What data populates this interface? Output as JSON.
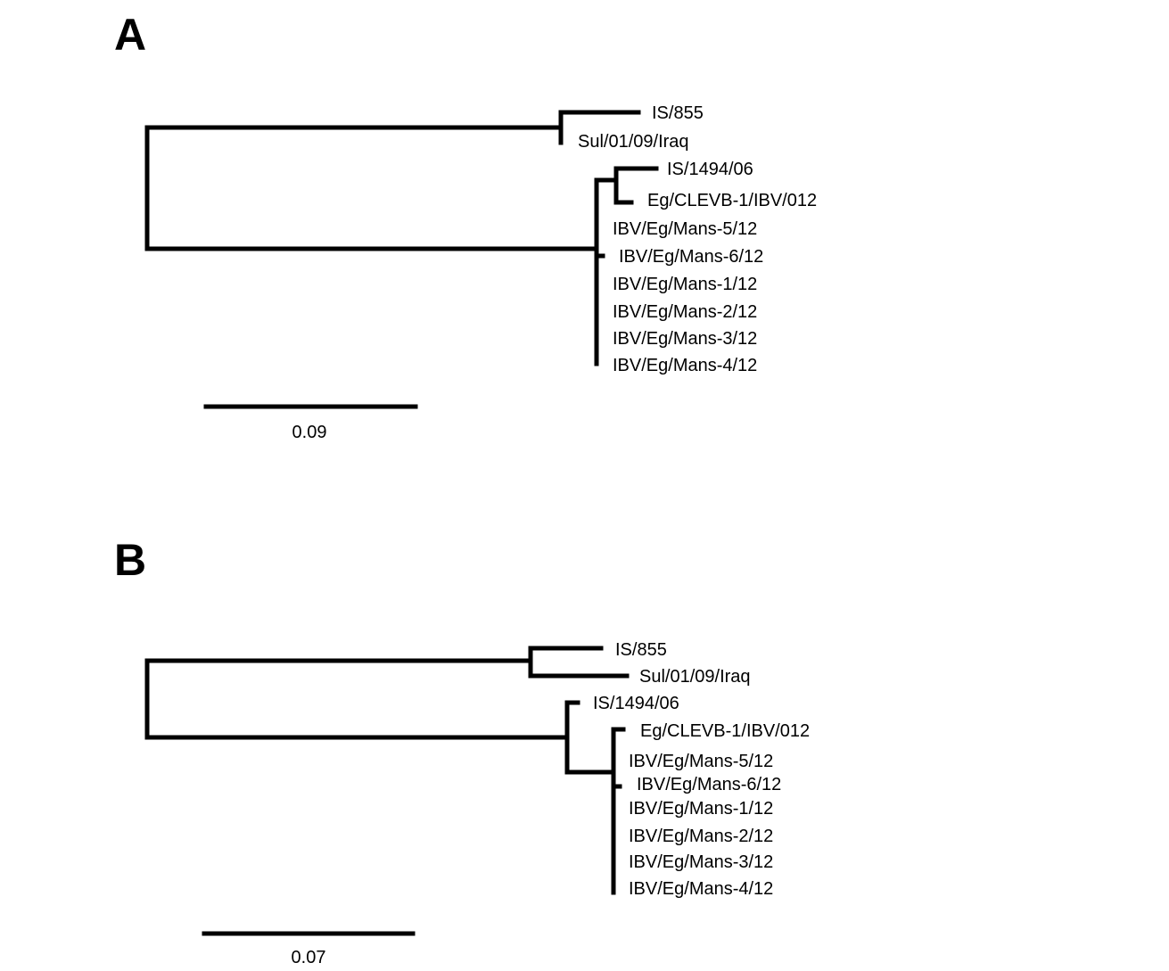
{
  "panels": [
    {
      "label": "A",
      "scale_label": "0.09",
      "taxa": [
        "IS/855",
        "Sul/01/09/Iraq",
        "IS/1494/06",
        "Eg/CLEVB-1/IBV/012",
        "IBV/Eg/Mans-5/12",
        "IBV/Eg/Mans-6/12",
        "IBV/Eg/Mans-1/12",
        "IBV/Eg/Mans-2/12",
        "IBV/Eg/Mans-3/12",
        "IBV/Eg/Mans-4/12"
      ]
    },
    {
      "label": "B",
      "scale_label": "0.07",
      "taxa": [
        "IS/855",
        "Sul/01/09/Iraq",
        "IS/1494/06",
        "Eg/CLEVB-1/IBV/012",
        "IBV/Eg/Mans-5/12",
        "IBV/Eg/Mans-6/12",
        "IBV/Eg/Mans-1/12",
        "IBV/Eg/Mans-2/12",
        "IBV/Eg/Mans-3/12",
        "IBV/Eg/Mans-4/12"
      ]
    }
  ]
}
